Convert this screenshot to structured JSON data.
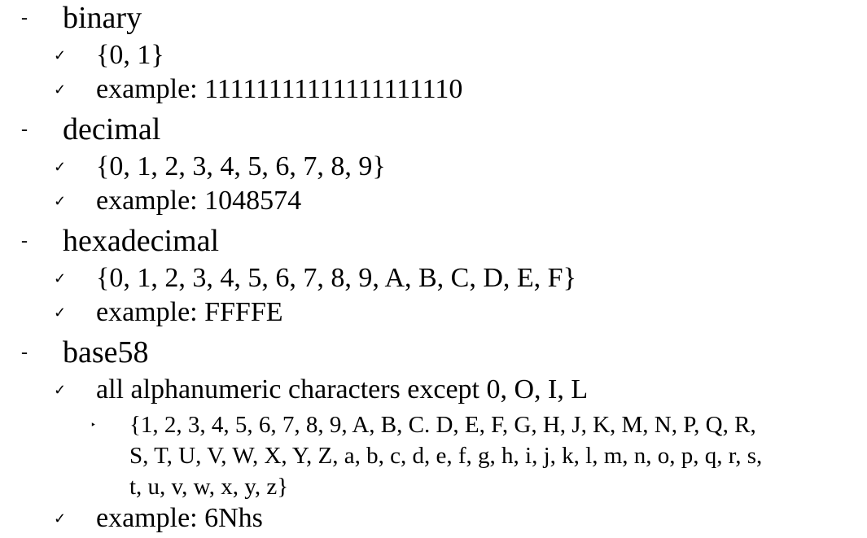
{
  "bullets": {
    "level1": "-",
    "level2": "✓",
    "level3": "‣"
  },
  "items": [
    {
      "heading": "binary",
      "points": [
        "{0, 1}",
        "example: 11111111111111111110"
      ]
    },
    {
      "heading": "decimal",
      "points": [
        "{0, 1, 2, 3, 4, 5, 6, 7, 8, 9}",
        "example: 1048574"
      ]
    },
    {
      "heading": "hexadecimal",
      "points": [
        "{0, 1, 2, 3, 4, 5, 6, 7, 8, 9, A, B, C, D, E, F}",
        "example: FFFFE"
      ]
    },
    {
      "heading": "base58",
      "points": [
        "all alphanumeric characters except 0, O, I, L",
        "example: 6Nhs"
      ],
      "subpoints": [
        "{1, 2, 3, 4, 5, 6, 7, 8, 9, A, B, C. D, E, F, G, H, J, K, M, N, P, Q, R,",
        "S, T, U, V, W, X, Y, Z, a, b, c, d, e, f, g, h, i, j, k, l, m, n, o, p, q, r, s,",
        "t, u, v, w, x, y, z}"
      ]
    }
  ]
}
